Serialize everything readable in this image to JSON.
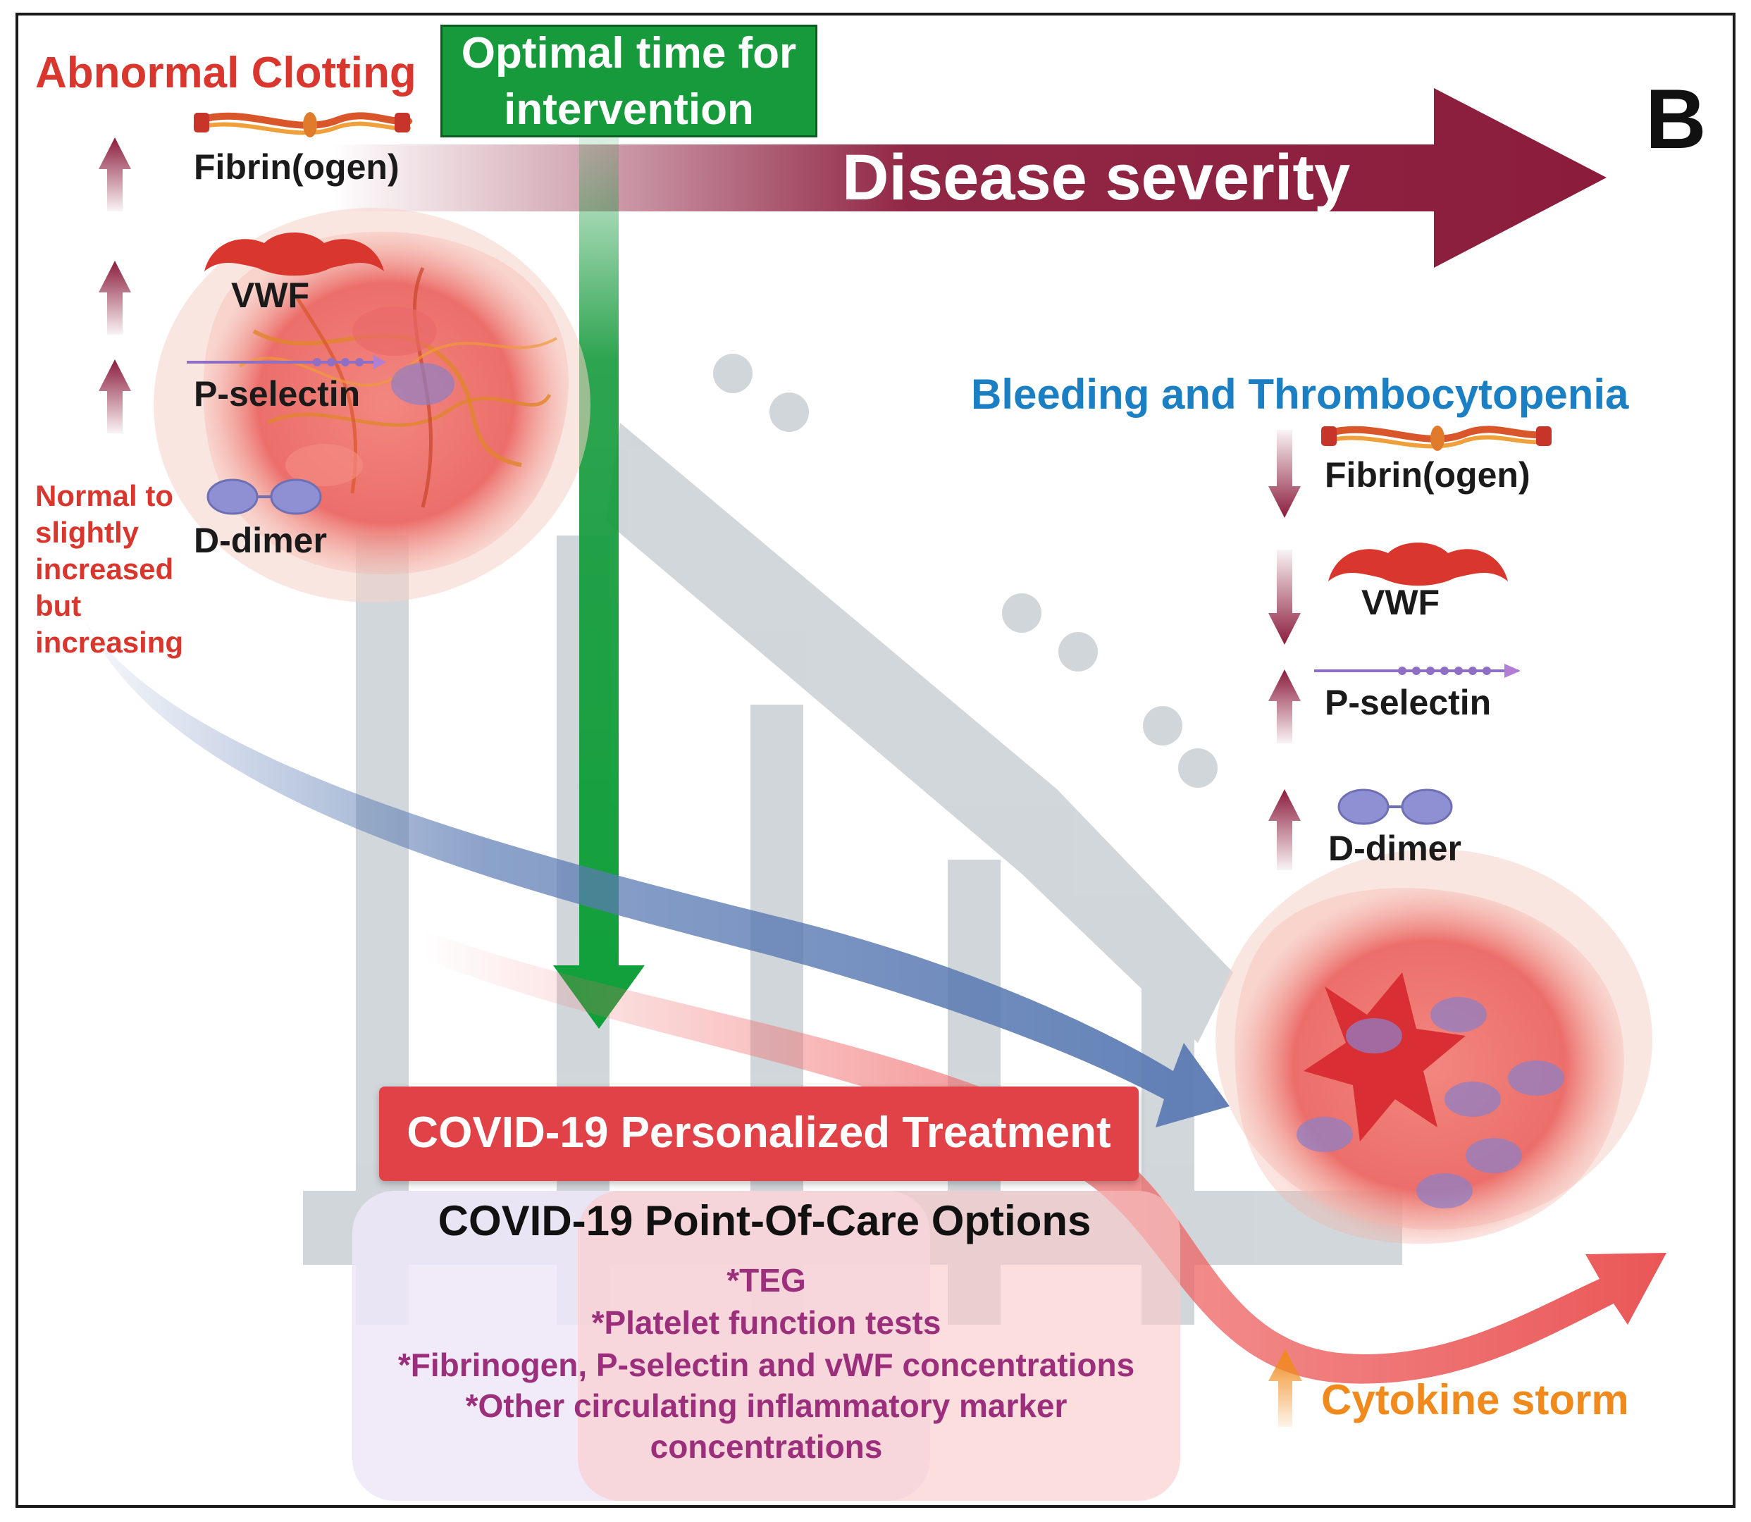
{
  "panel_letter": "B",
  "intervention": {
    "line1": "Optimal time for",
    "line2": "intervention"
  },
  "severity_label": "Disease severity",
  "left": {
    "title": "Abnormal Clotting",
    "markers": [
      {
        "name": "Fibrin(ogen)",
        "trend": "up"
      },
      {
        "name": "VWF",
        "trend": "up"
      },
      {
        "name": "P-selectin",
        "trend": "up"
      },
      {
        "name": "D-dimer",
        "trend": "note"
      }
    ],
    "note_lines": [
      "Normal to",
      "slightly",
      "increased",
      "but",
      "increasing"
    ]
  },
  "right": {
    "title": "Bleeding and Thrombocytopenia",
    "markers": [
      {
        "name": "Fibrin(ogen)",
        "trend": "down"
      },
      {
        "name": "VWF",
        "trend": "down"
      },
      {
        "name": "P-selectin",
        "trend": "up"
      },
      {
        "name": "D-dimer",
        "trend": "up"
      }
    ],
    "cytokine": "Cytokine storm"
  },
  "treatment": {
    "label": "COVID-19 Personalized Treatment"
  },
  "poc": {
    "title": "COVID-19 Point-Of-Care Options",
    "items": [
      "*TEG",
      "*Platelet function tests",
      "*Fibrinogen, P-selectin and vWF concentrations",
      "*Other circulating inflammatory marker",
      "concentrations"
    ]
  },
  "colors": {
    "maroon": "#8b1c3c",
    "red_text": "#d9362d",
    "blue_text": "#1b7fc4",
    "orange_text": "#f08a1c",
    "green": "#169a3c",
    "treatment_red": "#e14247",
    "poc_text": "#9c2f7c"
  }
}
